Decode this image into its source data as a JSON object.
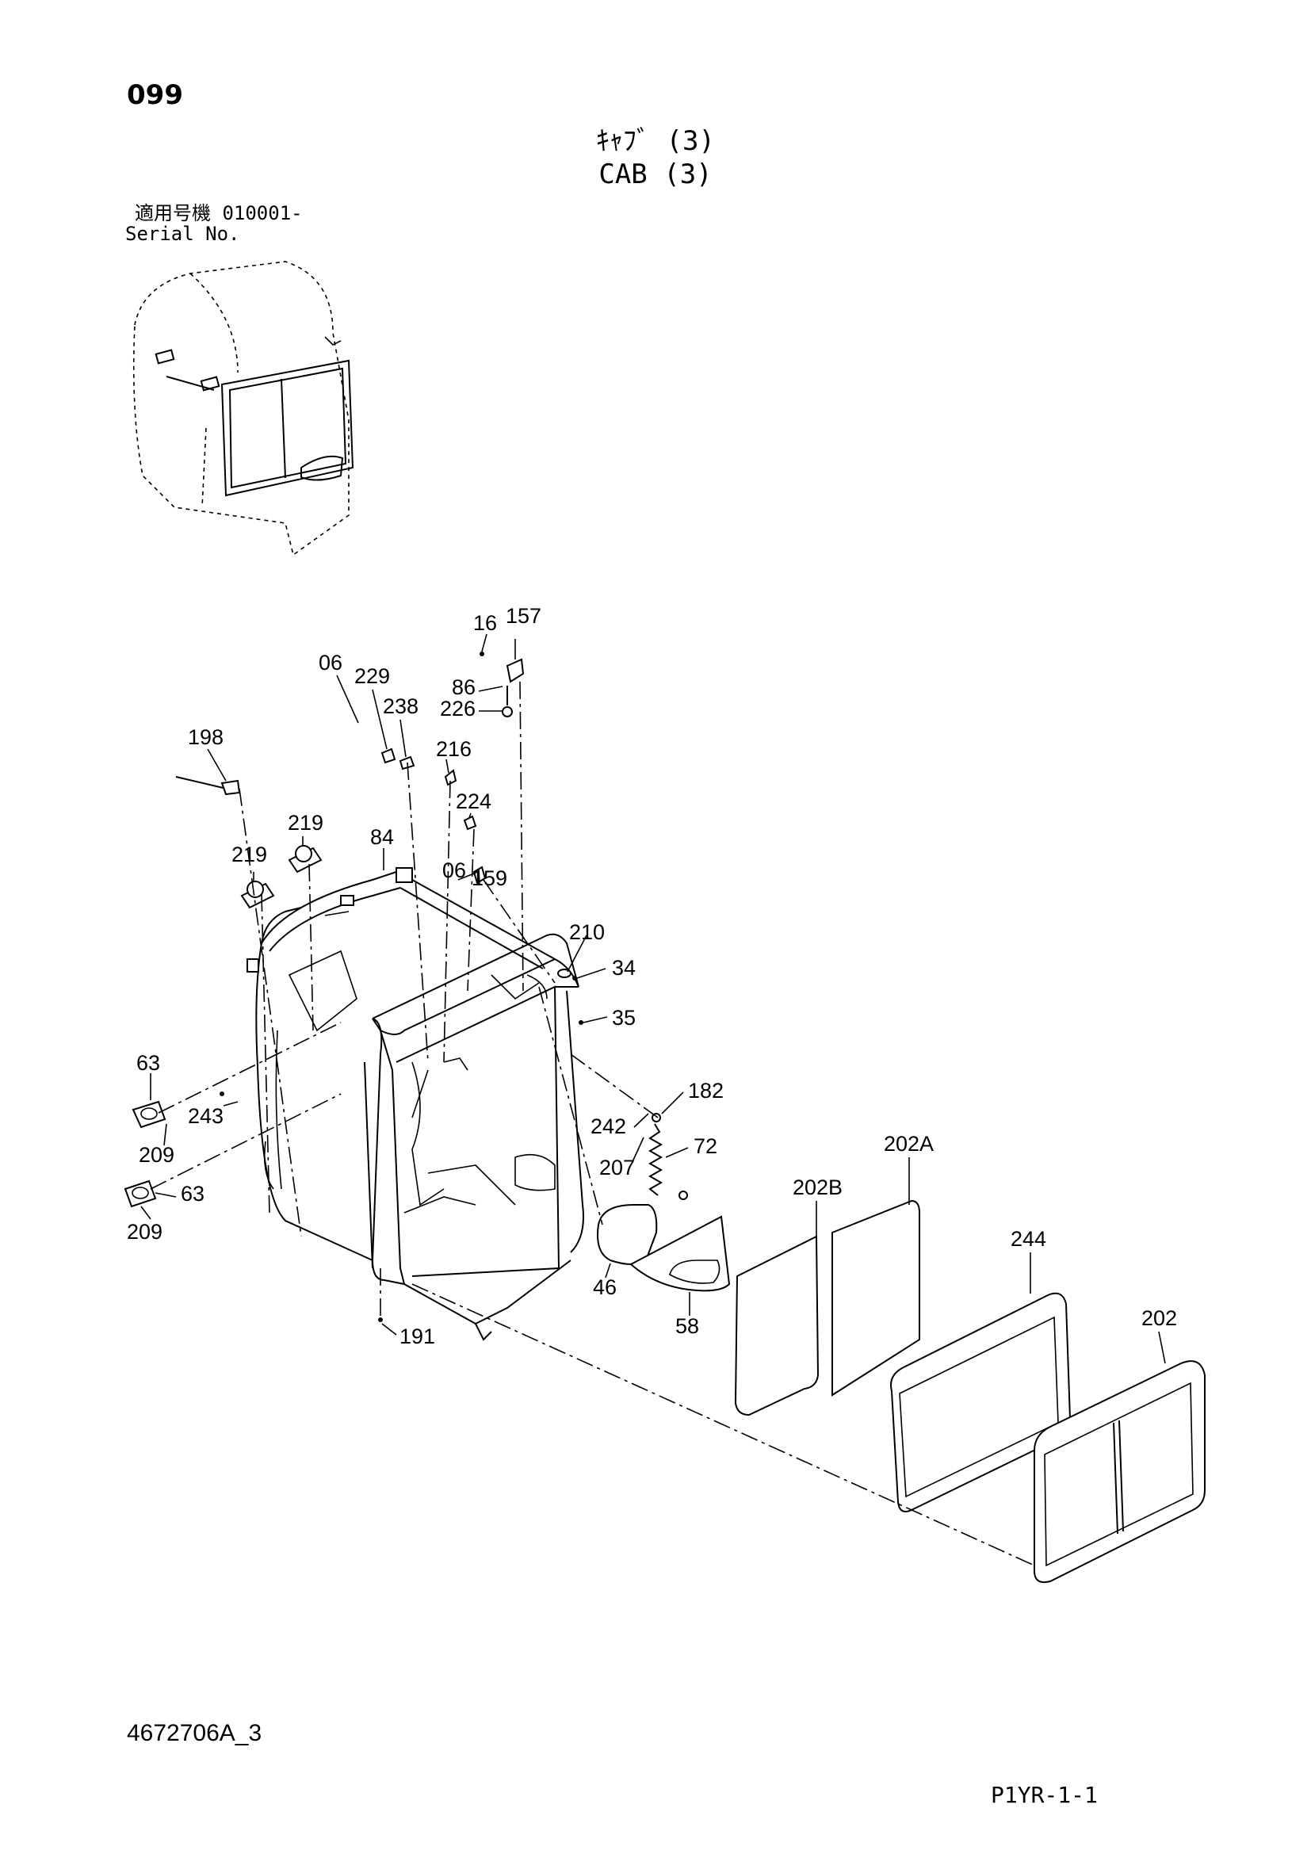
{
  "header": {
    "page_number": "099",
    "title_jp": "ｷｬﾌﾞ (3)",
    "title_en": "CAB (3)",
    "serial_jp": "適用号機  010001-",
    "serial_en": "Serial No."
  },
  "footer": {
    "drawing_id": "4672706A_3",
    "code": "P1YR-1-1"
  },
  "callouts": [
    "16",
    "157",
    "06",
    "229",
    "86",
    "226",
    "238",
    "216",
    "198",
    "224",
    "219",
    "219",
    "84",
    "06",
    "159",
    "210",
    "34",
    "35",
    "63",
    "243",
    "209",
    "182",
    "242",
    "72",
    "207",
    "63",
    "209",
    "202B",
    "202A",
    "244",
    "46",
    "58",
    "202",
    "191"
  ]
}
